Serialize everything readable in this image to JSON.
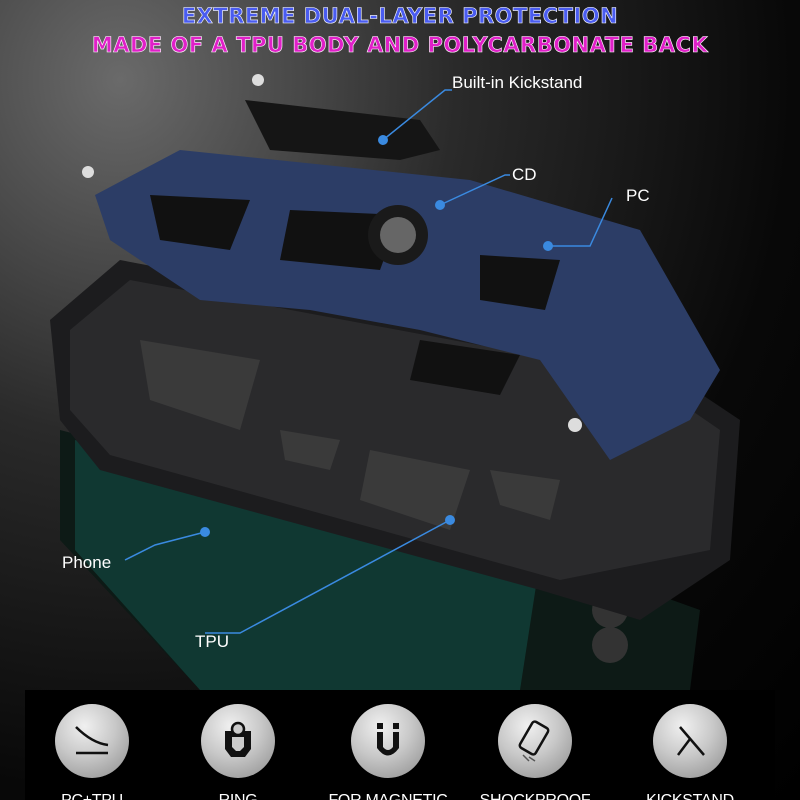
{
  "headline": {
    "line1": "EXTREME DUAL-LAYER PROTECTION",
    "line2": "MADE OF A TPU BODY AND POLYCARBONATE BACK"
  },
  "callouts": {
    "kickstand": "Built-in Kickstand",
    "cd": "CD",
    "pc": "PC",
    "phone": "Phone",
    "tpu": "TPU"
  },
  "features": [
    {
      "label": "PC+TPU",
      "icon": "layers-curve-icon"
    },
    {
      "label": "RING",
      "icon": "ring-holder-icon"
    },
    {
      "label": "FOR MAGNETIC",
      "icon": "magnet-icon"
    },
    {
      "label": "SHOCKPROOF",
      "icon": "shockproof-phone-icon"
    },
    {
      "label": "KICKSTAND",
      "icon": "kickstand-icon"
    }
  ],
  "colors": {
    "blue_text": "#4a5cf0",
    "magenta_text": "#e020c8",
    "case_blue": "#2c3d66",
    "leader": "#3a8ae0"
  }
}
